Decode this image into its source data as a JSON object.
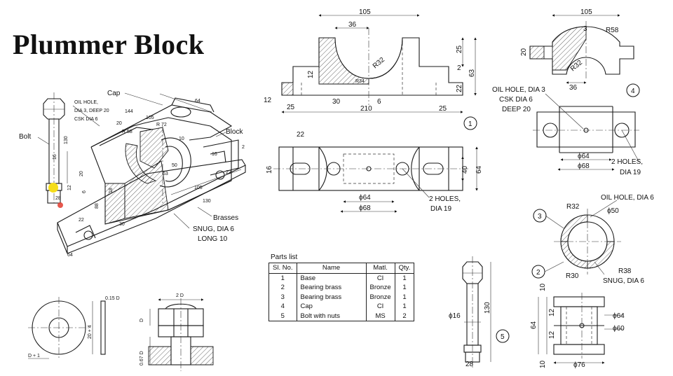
{
  "title": "Plummer Block",
  "colors": {
    "ink": "#111111",
    "annotation_yellow": "#f5dd1a",
    "annotation_red": "#e23b2e"
  },
  "iso_labels": {
    "cap": "Cap",
    "oil_hole_1": "OIL HOLE,",
    "oil_hole_2": "DIA 3, DEEP 20",
    "oil_hole_3": "CSK DIA 6",
    "bolt": "Bolt",
    "block": "Block",
    "brasses": "Brasses",
    "snug_1": "SNUG, DIA 6",
    "snug_2": "LONG 10",
    "dims": [
      "64",
      "144",
      "20",
      "105",
      "R 58",
      "R 72",
      "10",
      "130",
      "16",
      "2",
      "22",
      "105",
      "130",
      "63",
      "50",
      "30",
      "88",
      "64",
      "22",
      "6",
      "18",
      "20",
      "16",
      "28",
      "12",
      "30",
      "6"
    ]
  },
  "view1": {
    "tag": "1",
    "dims": [
      "105",
      "36",
      "25",
      "63",
      "12",
      "R32",
      "R34",
      "2",
      "22",
      "12",
      "25",
      "30",
      "6",
      "210",
      "25"
    ]
  },
  "view1_plan": {
    "dims": [
      "22",
      "16",
      "40",
      "64",
      "ϕ64",
      "ϕ68",
      "2 HOLES,",
      "DIA 19"
    ]
  },
  "view4": {
    "tag": "4",
    "dims": [
      "105",
      "3",
      "R58",
      "20",
      "R32",
      "36"
    ],
    "oil_1": "OIL HOLE, DIA 3",
    "oil_2": "CSK DIA 6",
    "oil_3": "DEEP 20",
    "dims_plan": [
      "ϕ64",
      "ϕ68"
    ],
    "holes_1": "2 HOLES,",
    "holes_2": "DIA 19"
  },
  "view3": {
    "tag3": "3",
    "tag2": "2",
    "oil": "OIL HOLE, DIA 6",
    "r32": "R32",
    "d50": "ϕ50",
    "r38": "R38",
    "r30": "R30",
    "snug": "SNUG, DIA 6"
  },
  "view23_front": {
    "dims": [
      "10",
      "12",
      "64",
      "12",
      "10",
      "ϕ64",
      "ϕ60",
      "ϕ76"
    ]
  },
  "view5": {
    "tag": "5",
    "dims": [
      "ϕ16",
      "130",
      "28"
    ]
  },
  "washer": {
    "t": "0.15 D",
    "od": "20 + 4",
    "id": "D + 1"
  },
  "nut": {
    "w": "2 D",
    "h1": "D",
    "h2": "0.67 D"
  },
  "parts_list": {
    "caption": "Parts list",
    "headers": [
      "Sl. No.",
      "Name",
      "Matl.",
      "Qty."
    ],
    "rows": [
      [
        "1",
        "Base",
        "CI",
        "1"
      ],
      [
        "2",
        "Bearing brass",
        "Bronze",
        "1"
      ],
      [
        "3",
        "Bearing brass",
        "Bronze",
        "1"
      ],
      [
        "4",
        "Cap",
        "CI",
        "1"
      ],
      [
        "5",
        "Bolt with nuts",
        "MS",
        "2"
      ]
    ]
  }
}
